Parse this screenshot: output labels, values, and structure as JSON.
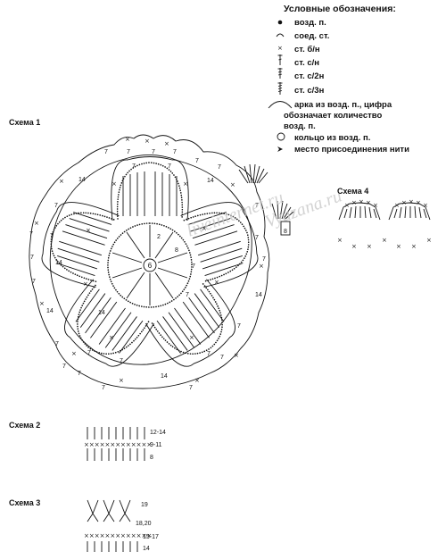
{
  "legend": {
    "title": "Условные обозначения:",
    "items": [
      {
        "icon": "chain-dot-icon",
        "text": "возд. п."
      },
      {
        "icon": "slip-stitch-arc-icon",
        "text": "соед. ст."
      },
      {
        "icon": "cross-icon",
        "text": "ст. б/н"
      },
      {
        "icon": "dc-stitch-icon",
        "text": "ст. с/н"
      },
      {
        "icon": "tr-stitch-icon",
        "text": "ст. с/2н"
      },
      {
        "icon": "dtr-stitch-icon",
        "text": "ст. с/3н"
      },
      {
        "icon": "chain-arch-icon",
        "text": "арка из возд. п., цифра"
      },
      {
        "icon": "",
        "text": "обозначает количество"
      },
      {
        "icon": "",
        "text": "возд. п."
      },
      {
        "icon": "ring-icon",
        "text": "кольцо из возд. п."
      },
      {
        "icon": "join-arrow-icon",
        "text": "место присоединения нити"
      }
    ]
  },
  "scheme1": {
    "label": "Схема 1",
    "center_ring": "6",
    "round_num": "2",
    "petal_num": "8",
    "arch_labels_7": "7",
    "arch_labels_14": "14",
    "arch_labels_8": "8"
  },
  "scheme2": {
    "label": "Схема 2",
    "rows": [
      {
        "label": "12-14"
      },
      {
        "label": "9-11"
      },
      {
        "label": "8"
      }
    ]
  },
  "scheme3": {
    "label": "Схема 3",
    "rows": [
      {
        "label": "19"
      },
      {
        "label": "18,20"
      },
      {
        "label": "15-17"
      },
      {
        "label": "14"
      }
    ]
  },
  "scheme4": {
    "label": "Схема 4"
  },
  "watermark": "liveinternet.ru",
  "watermark2": "Vyazana.ru"
}
